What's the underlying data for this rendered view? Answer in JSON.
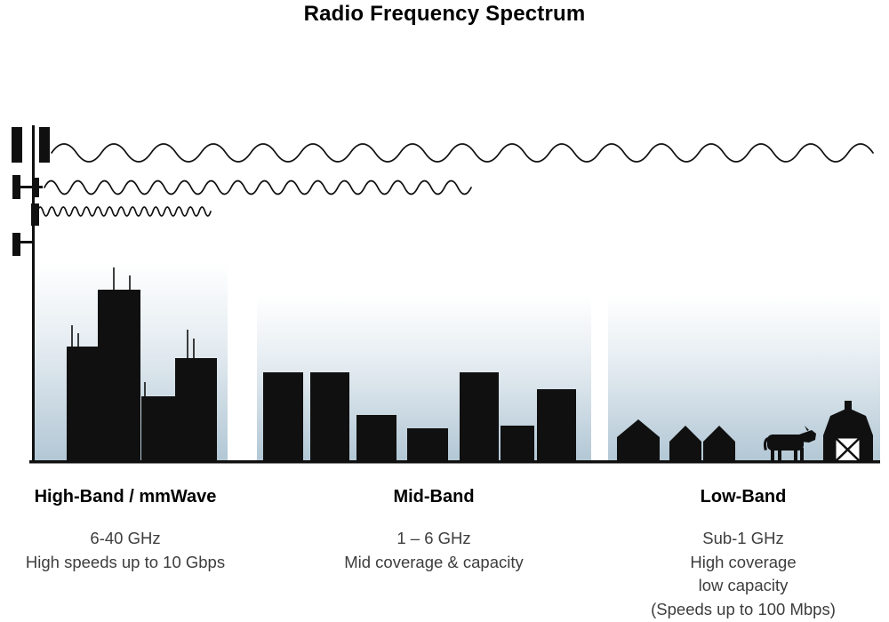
{
  "title": "Radio Frequency Spectrum",
  "bands": {
    "high": {
      "name": "High-Band / mmWave",
      "freq": "6-40 GHz",
      "lines": [
        "High speeds up to 10 Gbps"
      ]
    },
    "mid": {
      "name": "Mid-Band",
      "freq": "1 – 6 GHz",
      "lines": [
        "Mid coverage & capacity"
      ]
    },
    "low": {
      "name": "Low-Band",
      "freq": "Sub-1 GHz",
      "lines": [
        "High coverage",
        "low capacity",
        "(Speeds up to 100 Mbps)"
      ]
    }
  },
  "illustrations": {
    "tower": "cell-tower",
    "waves": [
      "long-wavelength",
      "medium-wavelength",
      "short-wavelength"
    ],
    "high_band_scene": "city-skyline-skyscrapers",
    "mid_band_scene": "mid-rise-buildings",
    "low_band_scene": "houses-cow-and-barn"
  },
  "colors": {
    "ink": "#101010",
    "sky_top": "#ffffff",
    "sky_bottom": "#b2c7d5",
    "body_text": "#3d3d3d",
    "heading_text": "#000000"
  }
}
